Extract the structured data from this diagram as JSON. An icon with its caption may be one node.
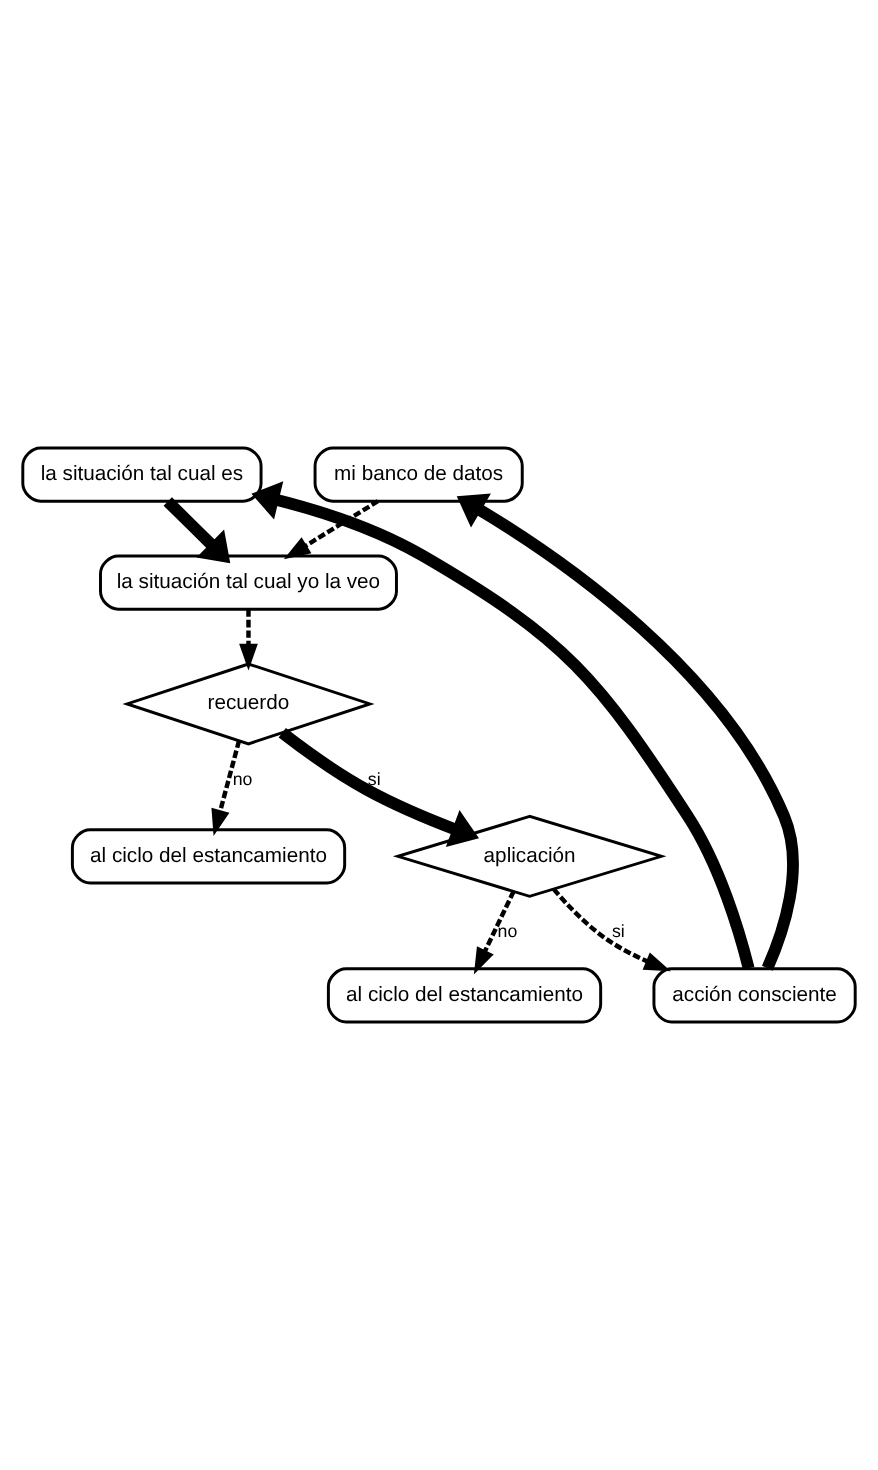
{
  "diagram": {
    "nodes": [
      {
        "text": [
          "la situación tal cual es"
        ]
      },
      {
        "text": [
          "mi banco de datos"
        ]
      },
      {
        "text": [
          "la situación tal cual yo la veo"
        ]
      },
      {
        "text": [
          "recuerdo"
        ]
      },
      {
        "text": [
          "al ciclo del estancamiento"
        ]
      },
      {
        "text": [
          "aplicación"
        ]
      },
      {
        "text": [
          "al ciclo del estancamiento"
        ]
      },
      {
        "text": [
          "acción consciente"
        ]
      }
    ],
    "edges": [
      {
        "from": 0,
        "to": 2,
        "arrow": "to",
        "style": "thick"
      },
      {
        "from": 1,
        "to": 2,
        "arrow": "to",
        "style": "dashed"
      },
      {
        "from": 2,
        "to": 3,
        "arrow": "to",
        "style": "dashed"
      },
      {
        "from": 3,
        "to": 4,
        "arrow": "to",
        "style": "dashed",
        "label": "no"
      },
      {
        "from": 3,
        "to": 5,
        "arrow": "to",
        "style": "thick",
        "label": "si"
      },
      {
        "from": 5,
        "to": 6,
        "arrow": "to",
        "style": "dashed",
        "label": "no"
      },
      {
        "from": 5,
        "to": 7,
        "arrow": "to",
        "style": "dashed",
        "label": "si"
      },
      {
        "from": 7,
        "to": 0,
        "arrow": "to",
        "style": "thick"
      },
      {
        "from": 7,
        "to": 1,
        "arrow": "to",
        "style": "thick"
      }
    ]
  }
}
